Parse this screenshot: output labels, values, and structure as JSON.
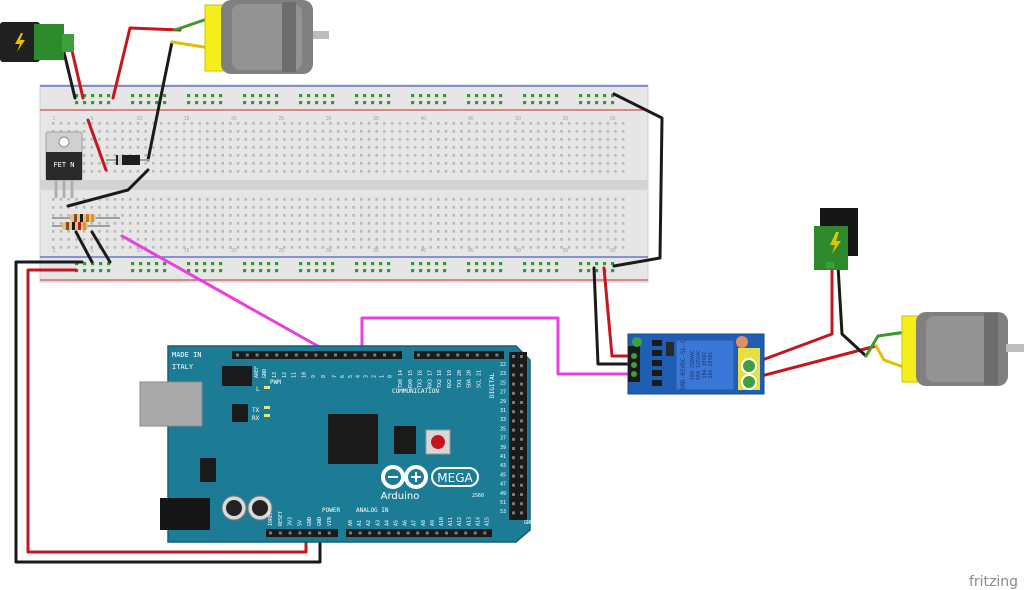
{
  "colors": {
    "wire_red": "#c4161c",
    "wire_black": "#1a1a1a",
    "wire_magenta": "#e83fe0",
    "wire_green": "#3a9a2a",
    "wire_yellow": "#e0c000",
    "arduino_blue": "#1d7c95",
    "relay_blue": "#1e5fb4",
    "breadboard": "#e6e6e6",
    "rail_red": "#d05050",
    "rail_blue": "#5060c8",
    "hole_green": "#2f9e2f"
  },
  "arduino": {
    "made_in": "MADE IN",
    "country": "ITALY",
    "brand": "Arduino",
    "model": "MEGA",
    "model_code": "2560",
    "pwm": "PWM",
    "communication": "COMMUNICATION",
    "digital": "DIGITAL",
    "power": "POWER",
    "analog_in": "ANALOG IN",
    "led_l": "L",
    "led_tx": "TX",
    "led_rx": "RX",
    "aref": "AREF",
    "gnd": "GND",
    "top_pin_labels": [
      "13",
      "12",
      "11",
      "10",
      "9",
      "8"
    ],
    "top_pin_labels2": [
      "7",
      "6",
      "5",
      "4",
      "3",
      "2",
      "1",
      "0"
    ],
    "comm_pin_labels": [
      "TX0 14",
      "RX0 15",
      "TX3 16",
      "RX3 17",
      "TX2 18",
      "RX2 19",
      "TX1 20",
      "SDA 20",
      "SCL 21"
    ],
    "right_pin_labels": [
      "22",
      "23",
      "25",
      "27",
      "29",
      "31",
      "33",
      "35",
      "37",
      "39",
      "41",
      "43",
      "45",
      "47",
      "49",
      "51",
      "53"
    ],
    "power_pin_labels": [
      "IOREF",
      "RESET",
      "3V3",
      "5V",
      "GND",
      "GND",
      "VIN"
    ],
    "analog_pin_labels": [
      "A0",
      "A1",
      "A2",
      "A3",
      "A4",
      "A5",
      "A6",
      "A7",
      "A8",
      "A9",
      "A10",
      "A11",
      "A12",
      "A13",
      "A14",
      "A15"
    ]
  },
  "relay": {
    "model": "SRD-05VDC-SL-C",
    "ratings": [
      "10A 250VAC",
      "10A 125VAC",
      "10A 30VDC",
      "10A 28VDC"
    ]
  },
  "mosfet": {
    "label": "FET N"
  },
  "breadboard": {
    "column_marks": [
      "1",
      "5",
      "10",
      "15",
      "20",
      "25",
      "30",
      "35",
      "40",
      "45",
      "50",
      "55",
      "60"
    ]
  },
  "watermark": "fritzing"
}
